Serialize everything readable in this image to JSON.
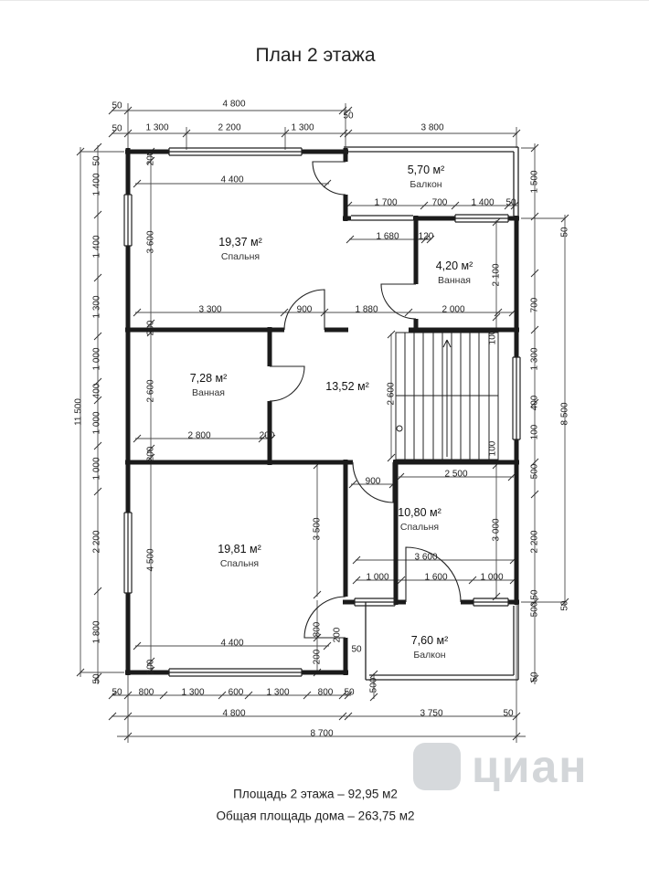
{
  "title": "План 2 этажа",
  "rooms": [
    {
      "area": "19,37 м²",
      "name": "Спальня"
    },
    {
      "area": "5,70 м²",
      "name": "Балкон"
    },
    {
      "area": "4,20 м²",
      "name": "Ванная"
    },
    {
      "area": "7,28 м²",
      "name": "Ванная"
    },
    {
      "area": "13,52 м²",
      "name": ""
    },
    {
      "area": "10,80 м²",
      "name": "Спальня"
    },
    {
      "area": "19,81 м²",
      "name": "Спальня"
    },
    {
      "area": "7,60 м²",
      "name": "Балкон"
    }
  ],
  "dims": {
    "t50a": "50",
    "t4800": "4 800",
    "t50b": "50",
    "t50c": "50",
    "t1300a": "1 300",
    "t2200": "2 200",
    "t1300b": "1 300",
    "t3800": "3 800",
    "l11500": "11 500",
    "l50a": "50",
    "l1400a": "1 400",
    "l1400b": "1 400",
    "l1300": "1 300",
    "l1000a": "1 000",
    "l400": "400",
    "l1000b": "1 000",
    "l1000c": "1 000",
    "l2200": "2 200",
    "l1800": "1 800",
    "l50b": "50",
    "li200a": "200",
    "li3600": "3 600",
    "li200b": "200",
    "li2600": "2 600",
    "li200c": "200",
    "li4500": "4 500",
    "li200d": "200",
    "r1500": "1 500",
    "r700": "700",
    "r1300": "1 300",
    "r400": "400",
    "r100": "100",
    "r500a": "500",
    "r2200": "2 200",
    "r50a": "50",
    "r500b": "500",
    "r50b": "50",
    "ro50a": "50",
    "ro8500": "8 500",
    "ro50b": "50",
    "i4400t": "4 400",
    "i1700": "1 700",
    "i700": "700",
    "i1400": "1 400",
    "i50a": "50",
    "i1680": "1 680",
    "i120": "120",
    "i2100": "2 100",
    "i3300": "3 300",
    "i900a": "900",
    "i1880": "1 880",
    "i2000": "2 000",
    "i100a": "100",
    "i100b": "100",
    "i2600": "2 600",
    "i2800": "2 800",
    "i200a": "200",
    "i900b": "900",
    "i2500": "2 500",
    "i3500": "3 500",
    "i3000": "3 000",
    "i3600": "3 600",
    "i1000a": "1 000",
    "i1600": "1 600",
    "i1000b": "1 000",
    "i4400b": "4 400",
    "i800": "800",
    "i200b": "200",
    "i200c": "200",
    "i50b": "50",
    "i500": "500",
    "b50a": "50",
    "b800a": "800",
    "b1300a": "1 300",
    "b600": "600",
    "b1300b": "1 300",
    "b800b": "800",
    "b50b": "50",
    "b4800": "4 800",
    "b3750": "3 750",
    "b50c": "50",
    "b8700": "8 700"
  },
  "footer": {
    "line1": "Площадь 2 этажа – 92,95 м2",
    "line2": "Общая площадь дома – 263,75 м2"
  },
  "watermark": {
    "text": "циан"
  }
}
